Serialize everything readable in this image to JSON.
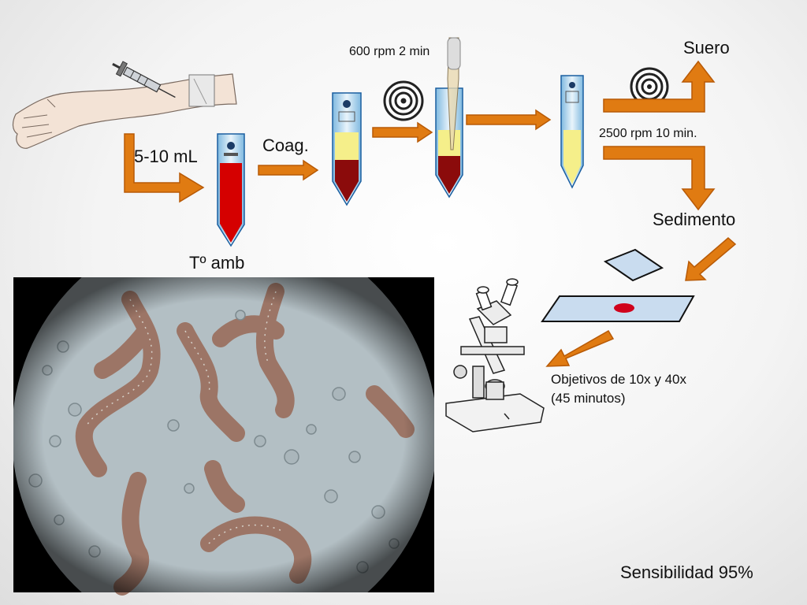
{
  "labels": {
    "volume": "5-10 mL",
    "temperature": "Tº amb",
    "coagulation": "Coag.",
    "spin1": "600 rpm 2 min",
    "spin2": "2500 rpm 10 min.",
    "serum": "Suero",
    "sediment": "Sedimento",
    "objectives": [
      "Objetivos de 10x y 40x",
      "(45 minutos)"
    ],
    "sensitivity": "Sensibilidad 95%"
  },
  "colors": {
    "arrow_fill": "#e07b12",
    "arrow_stroke": "#b85a06",
    "blood": "#d50000",
    "clot": "#8b0b0b",
    "serum": "#f5ef8a",
    "slide": "#c9dcef",
    "field_bg": "#b3bfc4",
    "cell": "#9c7566"
  },
  "icons": [
    "arm-with-syringe-icon",
    "test-tube-icon",
    "centrifuge-spiral-icon",
    "pipette-icon",
    "microscope-icon",
    "glass-slide-icon"
  ]
}
